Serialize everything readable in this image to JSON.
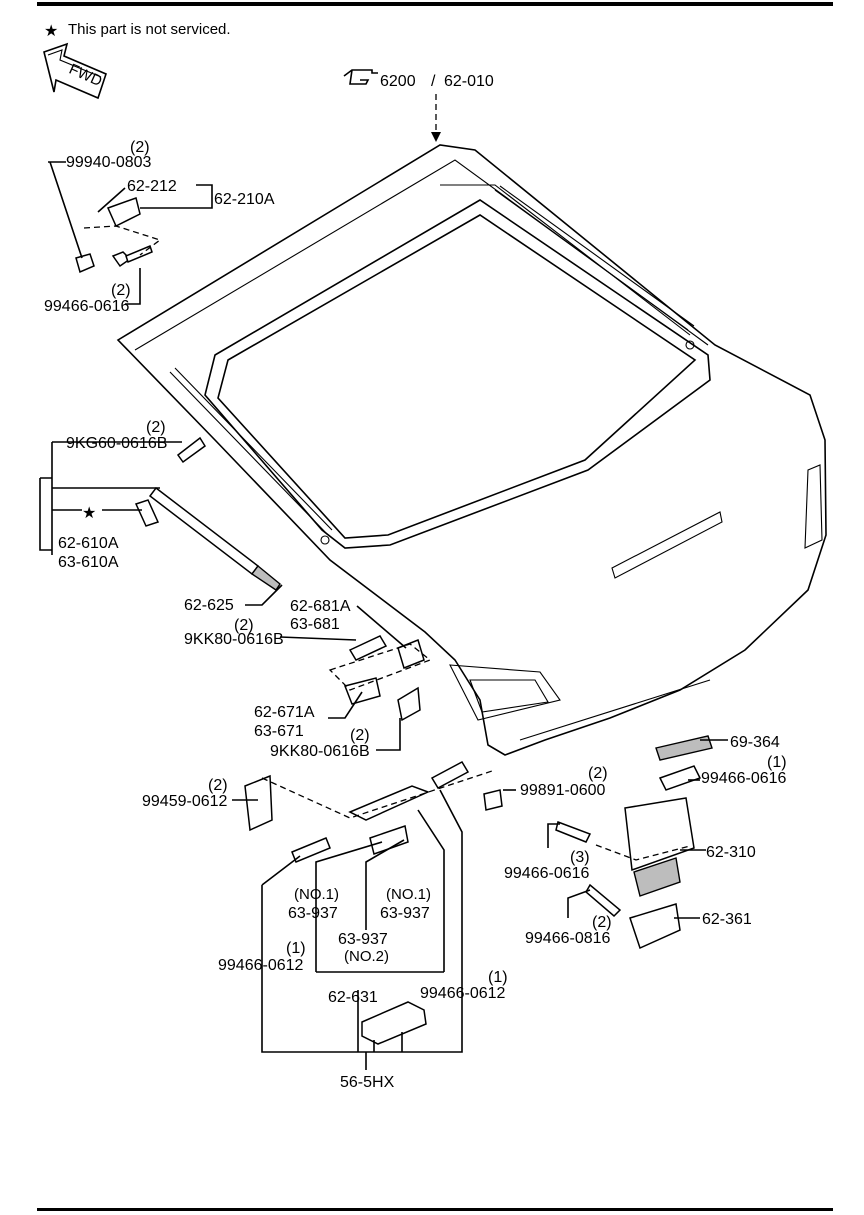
{
  "note": {
    "symbol": "★",
    "text": "This part is not serviced."
  },
  "fwd_arrow": {
    "text": "FWD"
  },
  "section_ref": {
    "main": "6200",
    "sep": "/",
    "sub": "62-010"
  },
  "labels": {
    "l1_qty": "(2)",
    "l1": "99940-0803",
    "l2": "62-212",
    "l3": "62-210A",
    "l4_qty": "(2)",
    "l4": "99466-0616",
    "l5_qty": "(2)",
    "l5": "9KG60-0616B",
    "l6a": "62-610A",
    "l6b": "63-610A",
    "l7": "62-625",
    "l8a": "62-681A",
    "l8b": "63-681",
    "l9_qty": "(2)",
    "l9": "9KK80-0616B",
    "l10a": "62-671A",
    "l10b": "63-671",
    "l11_qty": "(2)",
    "l11": "9KK80-0616B",
    "l12": "69-364",
    "l13_qty": "(1)",
    "l13": "99466-0616",
    "l14_qty": "(2)",
    "l14": "99459-0612",
    "l15_qty": "(2)",
    "l15": "99891-0600",
    "l16": "62-310",
    "l17_qty": "(3)",
    "l17": "99466-0616",
    "l18_qty": "(2)",
    "l18": "99466-0816",
    "l19": "62-361",
    "l20_no": "(NO.1)",
    "l20": "63-937",
    "l21_no": "(NO.1)",
    "l21": "63-937",
    "l22": "63-937",
    "l22_no": "(NO.2)",
    "l23_qty": "(1)",
    "l23": "99466-0612",
    "l24": "62-631",
    "l25_qty": "(1)",
    "l25": "99466-0612",
    "l26": "56-5HX"
  },
  "colors": {
    "ink": "#000000",
    "paper": "#ffffff",
    "shade": "#bdbdbd"
  },
  "icons": [
    "star-icon",
    "pointing-hand-icon",
    "fwd-arrow-icon"
  ]
}
